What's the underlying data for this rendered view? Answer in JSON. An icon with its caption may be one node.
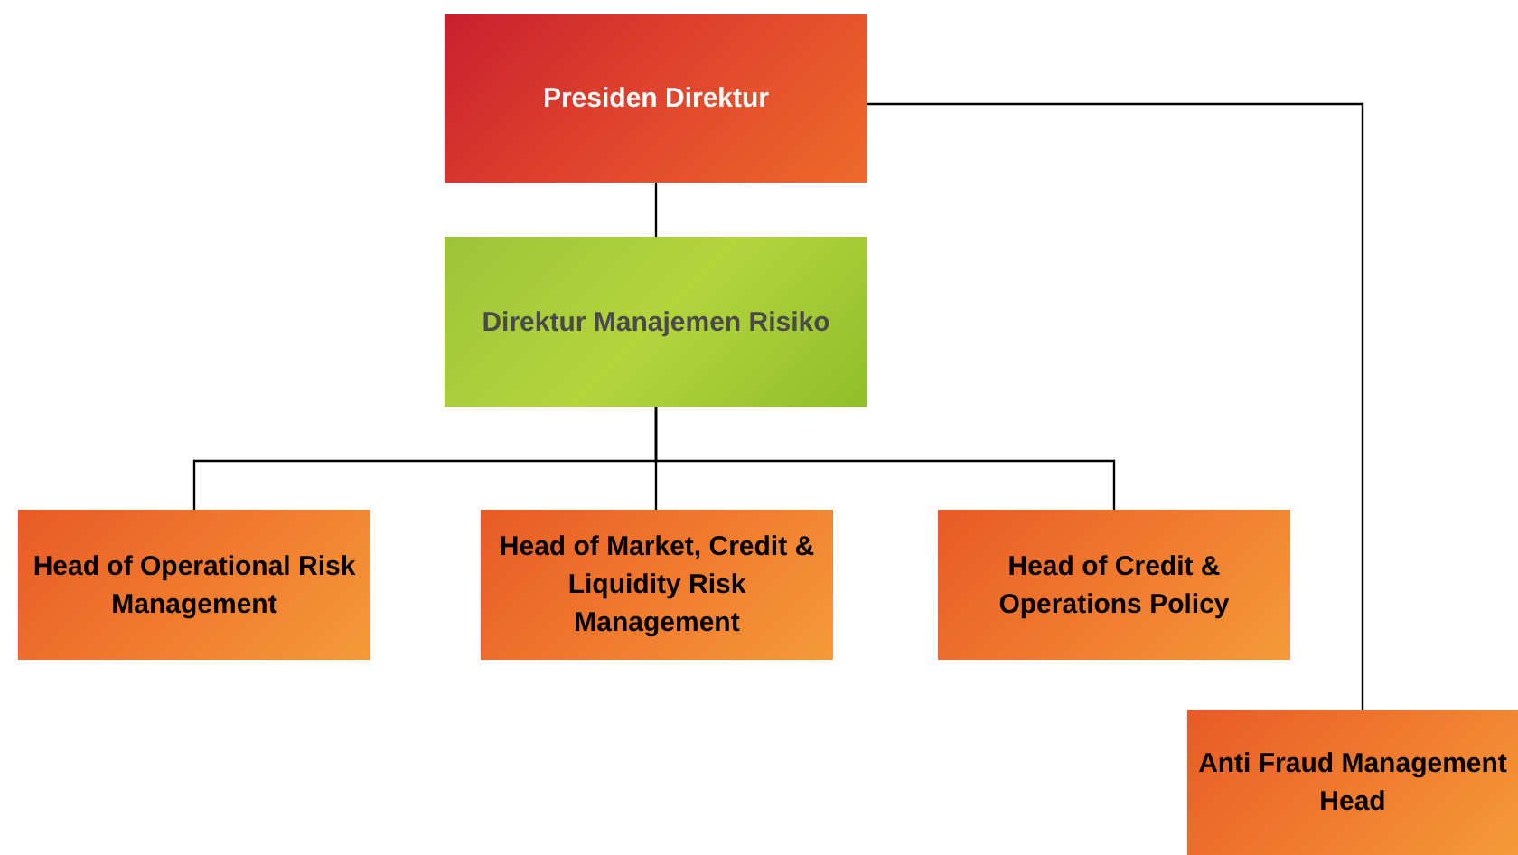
{
  "diagram": {
    "nodes": [
      {
        "text": [
          "Presiden Direktur"
        ]
      },
      {
        "text": [
          "Direktur Manajemen Risiko"
        ]
      },
      {
        "text": [
          "Head of Operational Risk Management"
        ]
      },
      {
        "text": [
          "Head of Market, Credit & Liquidity Risk Management"
        ]
      },
      {
        "text": [
          "Head of Credit & Operations Policy"
        ]
      },
      {
        "text": [
          "Anti Fraud Management Head"
        ]
      }
    ],
    "edges": [
      {
        "from": 0,
        "to": 1,
        "arrow": "none"
      },
      {
        "from": 1,
        "to": 2,
        "arrow": "none"
      },
      {
        "from": 1,
        "to": 3,
        "arrow": "none"
      },
      {
        "from": 1,
        "to": 4,
        "arrow": "none"
      },
      {
        "from": 0,
        "to": 5,
        "arrow": "none"
      }
    ]
  }
}
